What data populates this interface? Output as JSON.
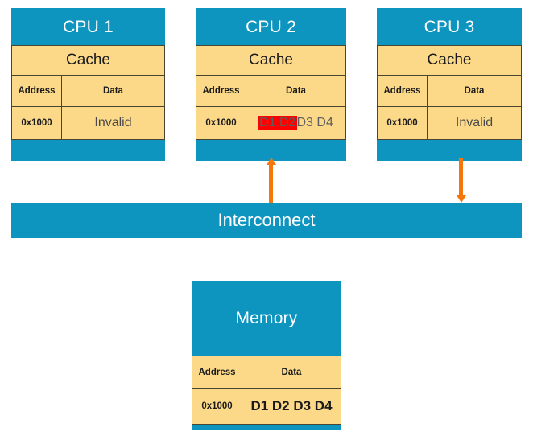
{
  "diagram": {
    "title_hidden": "Cache coherence invalidation diagram",
    "colors": {
      "unit_blue": "#0d94bf",
      "panel_fill": "#fcd988",
      "panel_border": "#494530",
      "connector_orange": "#f5760b",
      "highlight_red": "#ff0000",
      "title_text": "#ffffff"
    }
  },
  "cpus": [
    {
      "title": "CPU 1",
      "cache_label": "Cache",
      "columns": [
        "Address",
        "Data"
      ],
      "row": {
        "address": "0x1000",
        "data": "Invalid"
      },
      "data_style": "plain",
      "connector": "none"
    },
    {
      "title": "CPU 2",
      "cache_label": "Cache",
      "columns": [
        "Address",
        "Data"
      ],
      "row": {
        "address": "0x1000",
        "data_highlighted": "D1 D2",
        "data_rest": " D3 D4"
      },
      "data_style": "highlighted",
      "connector": "up"
    },
    {
      "title": "CPU 3",
      "cache_label": "Cache",
      "columns": [
        "Address",
        "Data"
      ],
      "row": {
        "address": "0x1000",
        "data": "Invalid"
      },
      "data_style": "plain",
      "connector": "down"
    }
  ],
  "interconnect": {
    "label": "Interconnect"
  },
  "memory": {
    "title": "Memory",
    "columns": [
      "Address",
      "Data"
    ],
    "row": {
      "address": "0x1000",
      "data": "D1 D2 D3 D4"
    }
  }
}
